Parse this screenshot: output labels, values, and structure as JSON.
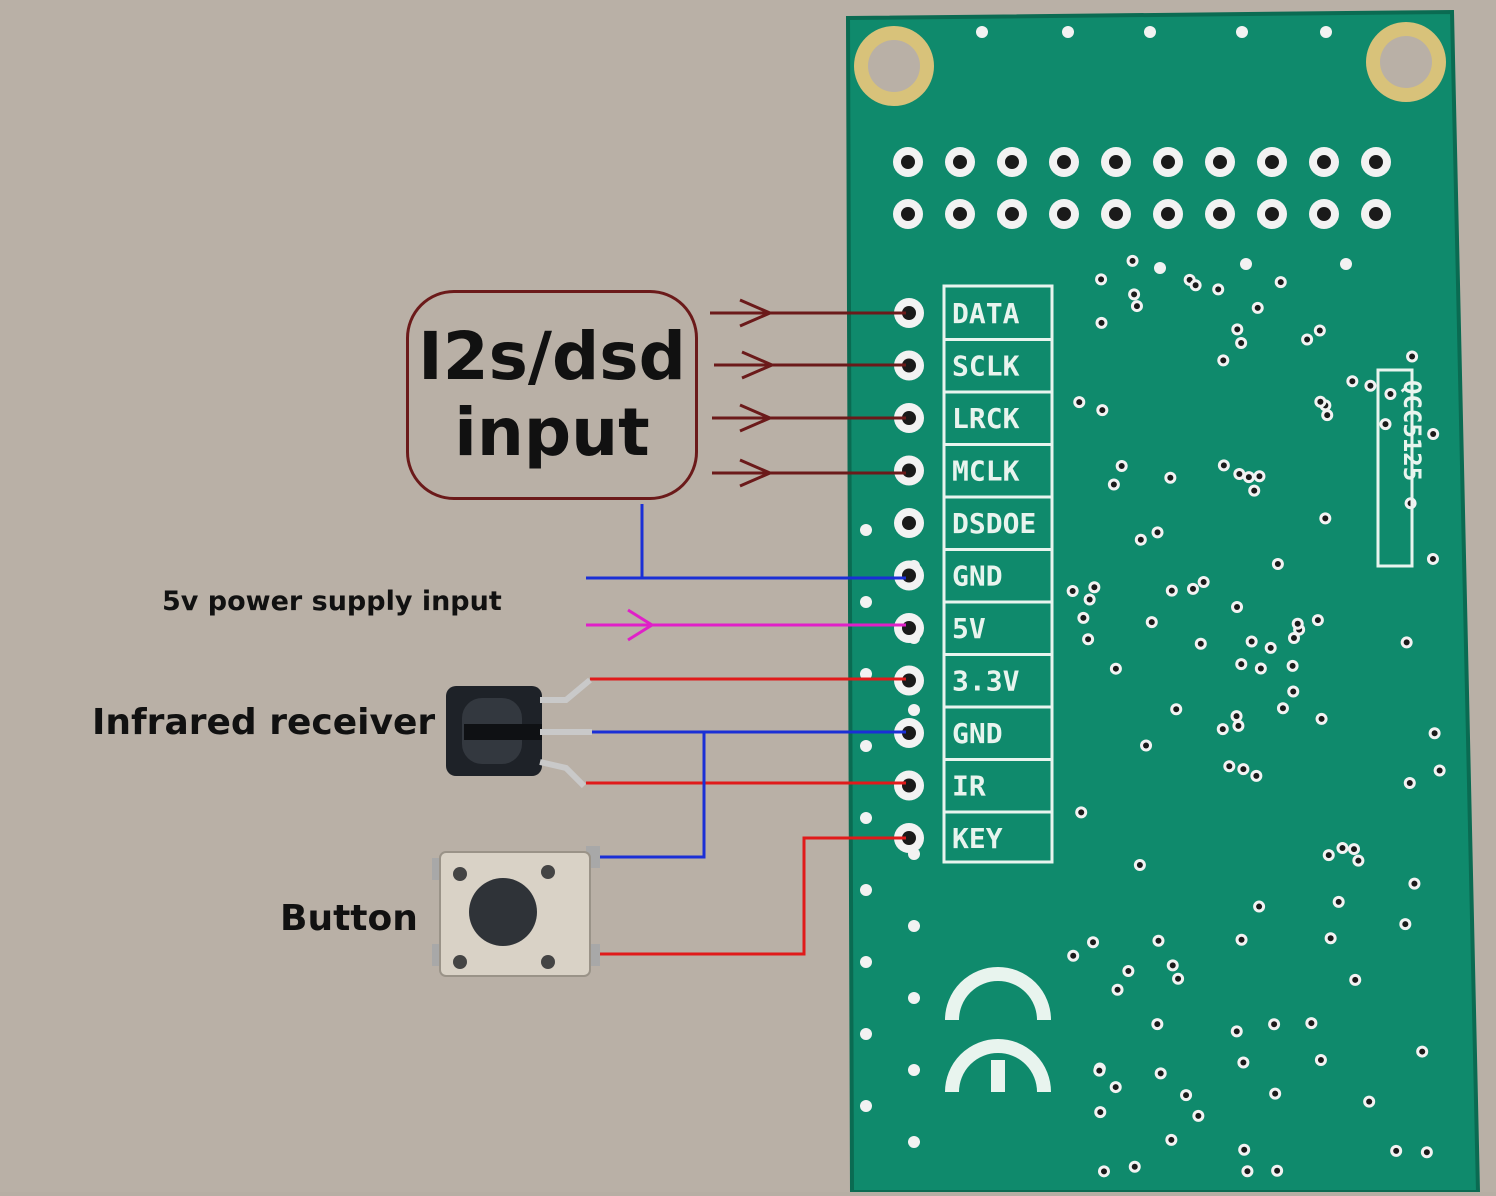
{
  "callout": {
    "line1": "I2s/dsd",
    "line2": "input"
  },
  "labels": {
    "power": "5v power supply input",
    "infrared": "Infrared receiver",
    "button": "Button"
  },
  "board": {
    "pins": [
      "DATA",
      "SCLK",
      "LRCK",
      "MCLK",
      "DSDOE",
      "GND",
      "5V",
      "3.3V",
      "GND",
      "IR",
      "KEY"
    ],
    "chip": "QCC5125"
  },
  "colors": {
    "pcb": "#0f8a6c",
    "signal_arrow": "#6b1a1a",
    "ground_wire": "#1a2fd6",
    "power_wire": "#e020c8",
    "io_wire": "#e01a1a",
    "pad": "#d8c27a"
  }
}
